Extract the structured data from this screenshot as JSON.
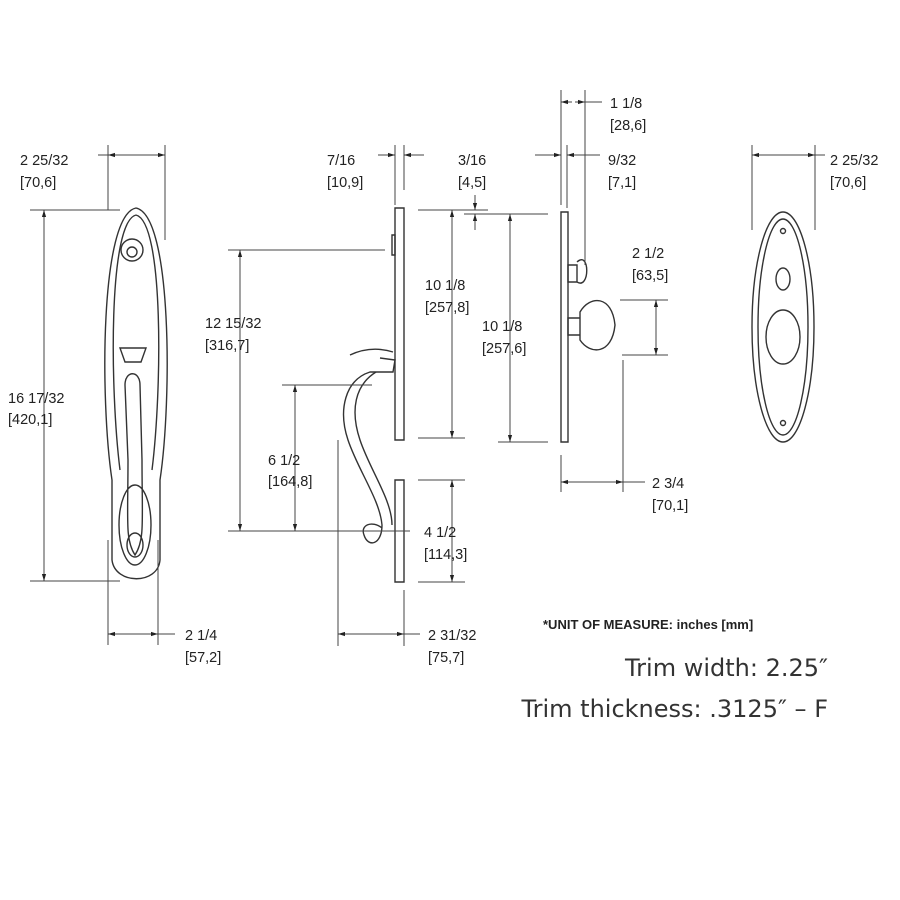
{
  "dimensions": {
    "front_width": {
      "in": "2 25/32",
      "mm": "[70,6]"
    },
    "front_height": {
      "in": "16 17/32",
      "mm": "[420,1]"
    },
    "handle_width": {
      "in": "2 1/4",
      "mm": "[57,2]"
    },
    "side_depth": {
      "in": "7/16",
      "mm": "[10,9]"
    },
    "offset_top": {
      "in": "3/16",
      "mm": "[4,5]"
    },
    "handle_span": {
      "in": "12 15/32",
      "mm": "[316,7]"
    },
    "grip_span": {
      "in": "6 1/2",
      "mm": "[164,8]"
    },
    "upper_plate_a": {
      "in": "10 1/8",
      "mm": "[257,8]"
    },
    "upper_plate_b": {
      "in": "10 1/8",
      "mm": "[257,6]"
    },
    "lower_plate": {
      "in": "4 1/2",
      "mm": "[114,3]"
    },
    "handle_projection": {
      "in": "2 31/32",
      "mm": "[75,7]"
    },
    "thumbturn_projection": {
      "in": "1 1/8",
      "mm": "[28,6]"
    },
    "inside_plate_depth": {
      "in": "9/32",
      "mm": "[7,1]"
    },
    "knob_diameter": {
      "in": "2 1/2",
      "mm": "[63,5]"
    },
    "knob_projection": {
      "in": "2 3/4",
      "mm": "[70,1]"
    },
    "inside_width": {
      "in": "2 25/32",
      "mm": "[70,6]"
    }
  },
  "notes": {
    "unit": "*UNIT OF MEASURE: inches [mm]",
    "trim_width": "Trim width: 2.25″",
    "trim_thickness": "Trim thickness: .3125″ – F"
  }
}
